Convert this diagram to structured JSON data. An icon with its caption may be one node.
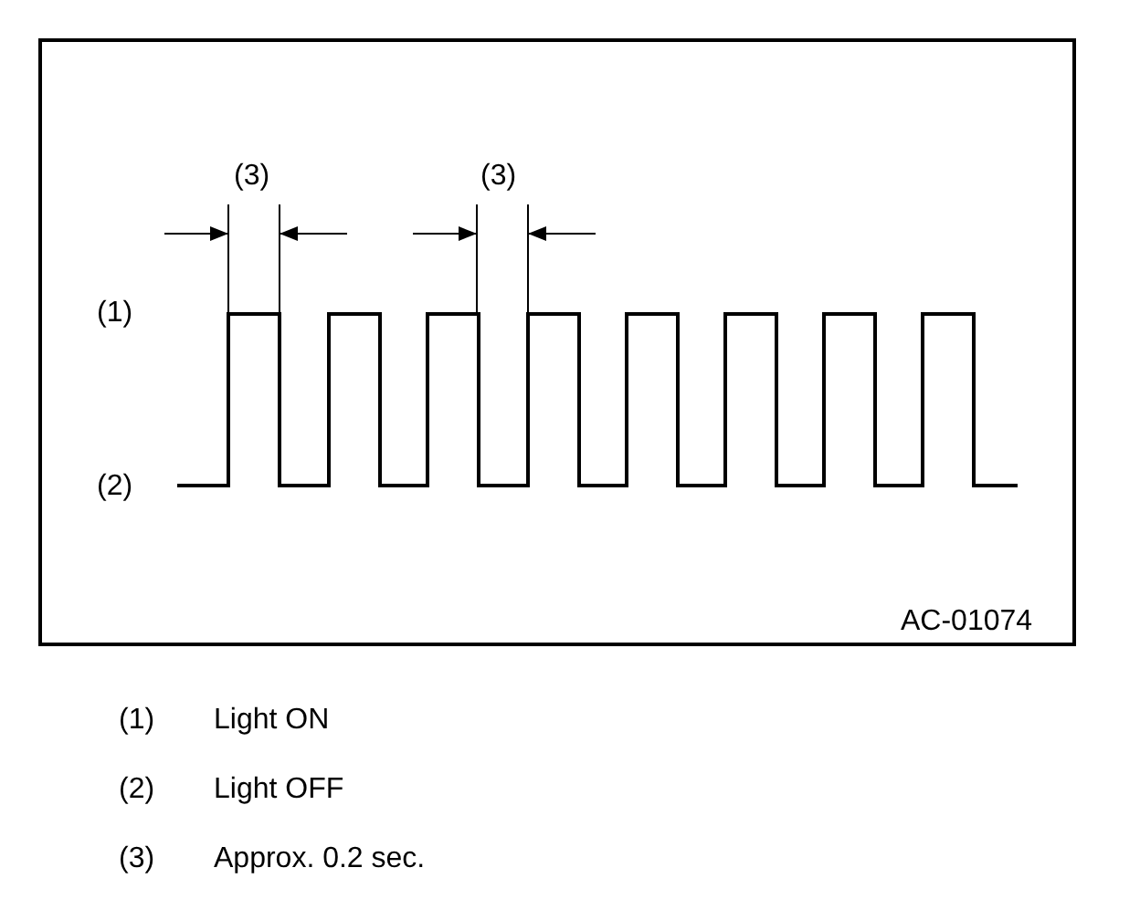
{
  "diagram": {
    "labels": [
      "(3)",
      "(3)",
      "(1)",
      "(2)",
      "AC-01074",
      "(1)",
      "Light ON",
      "(2)",
      "Light OFF",
      "(3)",
      "Approx. 0.2 sec."
    ]
  }
}
